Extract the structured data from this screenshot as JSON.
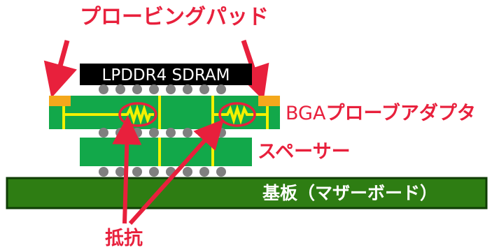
{
  "labels": {
    "probing_pad": "プロービングパッド",
    "chip": "LPDDR4 SDRAM",
    "bga_adapter_prefix": "BGA",
    "bga_adapter_suffix": "プローブアダプタ",
    "spacer": "スペーサー",
    "board": "基板（マザーボード）",
    "resistor": "抵抗"
  },
  "colors": {
    "label_red": "#e8203c",
    "pcb_green": "#12a84a",
    "board_green": "#2e7d13",
    "board_edge": "#0f3d05",
    "trace_yellow": "#f4f000",
    "pad_gold": "#f4a81c",
    "ball_gray": "#7f7f7f",
    "chip_black": "#000000"
  },
  "icons": {
    "resistor": "zigzag-resistor-icon",
    "arrow": "red-arrow-icon"
  }
}
